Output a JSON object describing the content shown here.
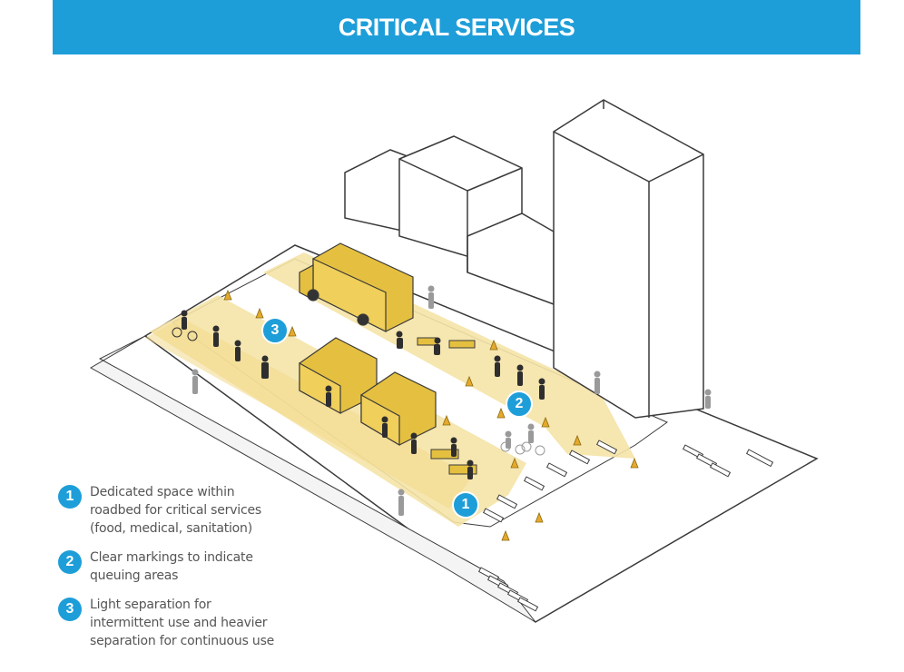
{
  "header": {
    "title": "CRITICAL SERVICES"
  },
  "colors": {
    "accent": "#1e9ed9",
    "zone": "#f5e3a6",
    "object": "#e5c040",
    "outline": "#3a3a3a"
  },
  "callouts": [
    {
      "number": "1"
    },
    {
      "number": "2"
    },
    {
      "number": "3"
    }
  ],
  "legend": [
    {
      "number": "1",
      "text": "Dedicated space within roadbed for critical services (food, medical, sanitation)"
    },
    {
      "number": "2",
      "text": "Clear markings to indicate queuing areas"
    },
    {
      "number": "3",
      "text": "Light separation for intermittent use and heavier separation for continuous use"
    }
  ]
}
